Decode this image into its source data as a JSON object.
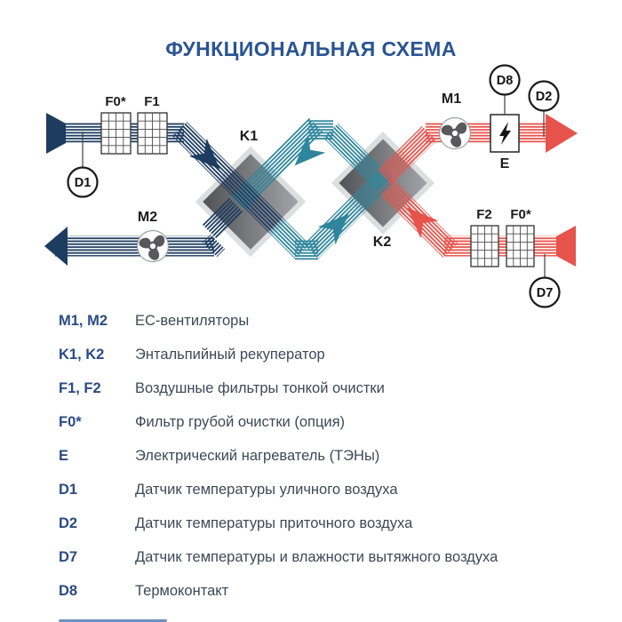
{
  "title": "ФУНКЦИОНАЛЬНАЯ СХЕМА",
  "colors": {
    "title_blue": "#2b5493",
    "outdoor_air_navy": "#1e3c60",
    "intermediate_air_teal": "#2f869c",
    "warm_air_red": "#e6534b",
    "legend_code_blue": "#2a4c82",
    "legend_text_gray": "#3d4957"
  },
  "diagram": {
    "labels": {
      "f0_top": "F0*",
      "f1": "F1",
      "k1": "K1",
      "k2": "K2",
      "m1": "M1",
      "m2": "M2",
      "e": "E",
      "f2": "F2",
      "f0_bottom": "F0*",
      "d1": "D1",
      "d2": "D2",
      "d7": "D7",
      "d8": "D8"
    }
  },
  "legend": {
    "items": [
      {
        "code": "M1, M2",
        "text": "EC-вентиляторы"
      },
      {
        "code": "K1, K2",
        "text": "Энтальпийный рекуператор"
      },
      {
        "code": "F1, F2",
        "text": "Воздушные фильтры тонкой очистки"
      },
      {
        "code": "F0*",
        "text": "Фильтр грубой очистки (опция)"
      },
      {
        "code": "E",
        "text": "Электрический нагреватель (ТЭНы)"
      },
      {
        "code": "D1",
        "text": "Датчик температуры уличного воздуха"
      },
      {
        "code": "D2",
        "text": "Датчик температуры приточного воздуха"
      },
      {
        "code": "D7",
        "text": "Датчик температуры и влажности вытяжного воздуха"
      },
      {
        "code": "D8",
        "text": "Термоконтакт"
      }
    ]
  }
}
